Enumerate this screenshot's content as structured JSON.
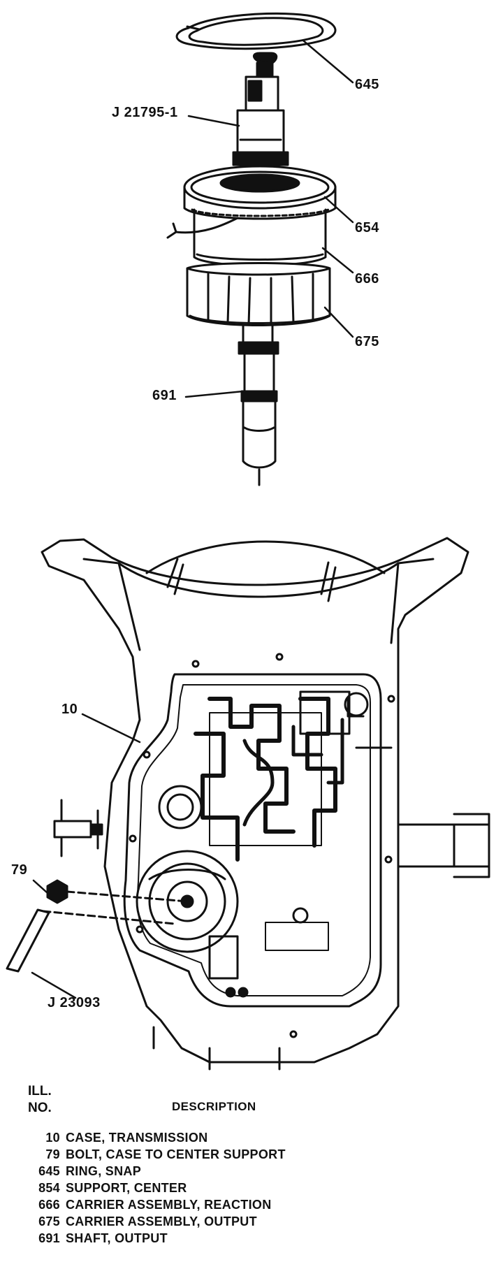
{
  "diagram": {
    "callouts": {
      "ring_snap": "645",
      "tool_holder": "J 21795-1",
      "support_center": "654",
      "carrier_reaction": "666",
      "carrier_output": "675",
      "shaft_output": "691",
      "case": "10",
      "bolt": "79",
      "wrench_tool": "J 23093"
    }
  },
  "legend": {
    "header_ill": "ILL.",
    "header_no": "NO.",
    "header_description": "DESCRIPTION",
    "rows": [
      {
        "num": "10",
        "text": "CASE, TRANSMISSION"
      },
      {
        "num": "79",
        "text": "BOLT, CASE TO CENTER SUPPORT"
      },
      {
        "num": "645",
        "text": "RING, SNAP"
      },
      {
        "num": "854",
        "text": "SUPPORT, CENTER"
      },
      {
        "num": "666",
        "text": "CARRIER ASSEMBLY, REACTION"
      },
      {
        "num": "675",
        "text": "CARRIER ASSEMBLY, OUTPUT"
      },
      {
        "num": "691",
        "text": "SHAFT, OUTPUT"
      }
    ]
  }
}
